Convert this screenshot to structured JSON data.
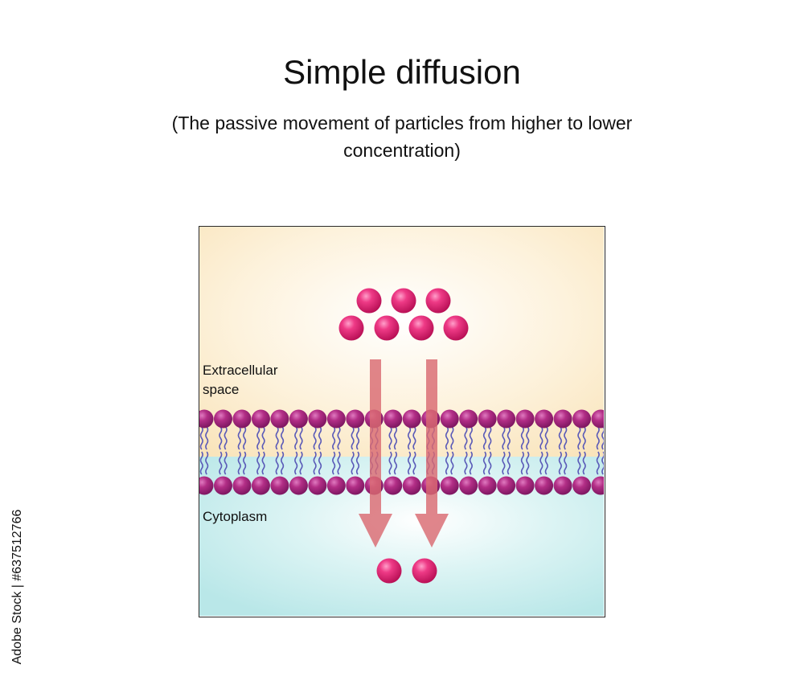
{
  "header": {
    "title": "Simple diffusion",
    "subtitle": "(The passive movement of particles from higher to lower concentration)"
  },
  "labels": {
    "extracellular": "Extracellular space",
    "cytoplasm": "Cytoplasm"
  },
  "particles": {
    "high_concentration_count": 7,
    "low_concentration_count": 2
  },
  "membrane": {
    "phospholipid_heads_per_layer": 22
  },
  "arrows": {
    "count": 2,
    "direction": "down"
  },
  "watermark": {
    "stock_id": "Adobe Stock | #637512766"
  },
  "colors": {
    "particle": "#e0246e",
    "membrane_head": "#b0287c",
    "tail": "#5a5ab8",
    "arrow": "#d96a72",
    "extracellular_bg": "#fbe9c3",
    "cytoplasm_bg": "#bfeaea"
  }
}
